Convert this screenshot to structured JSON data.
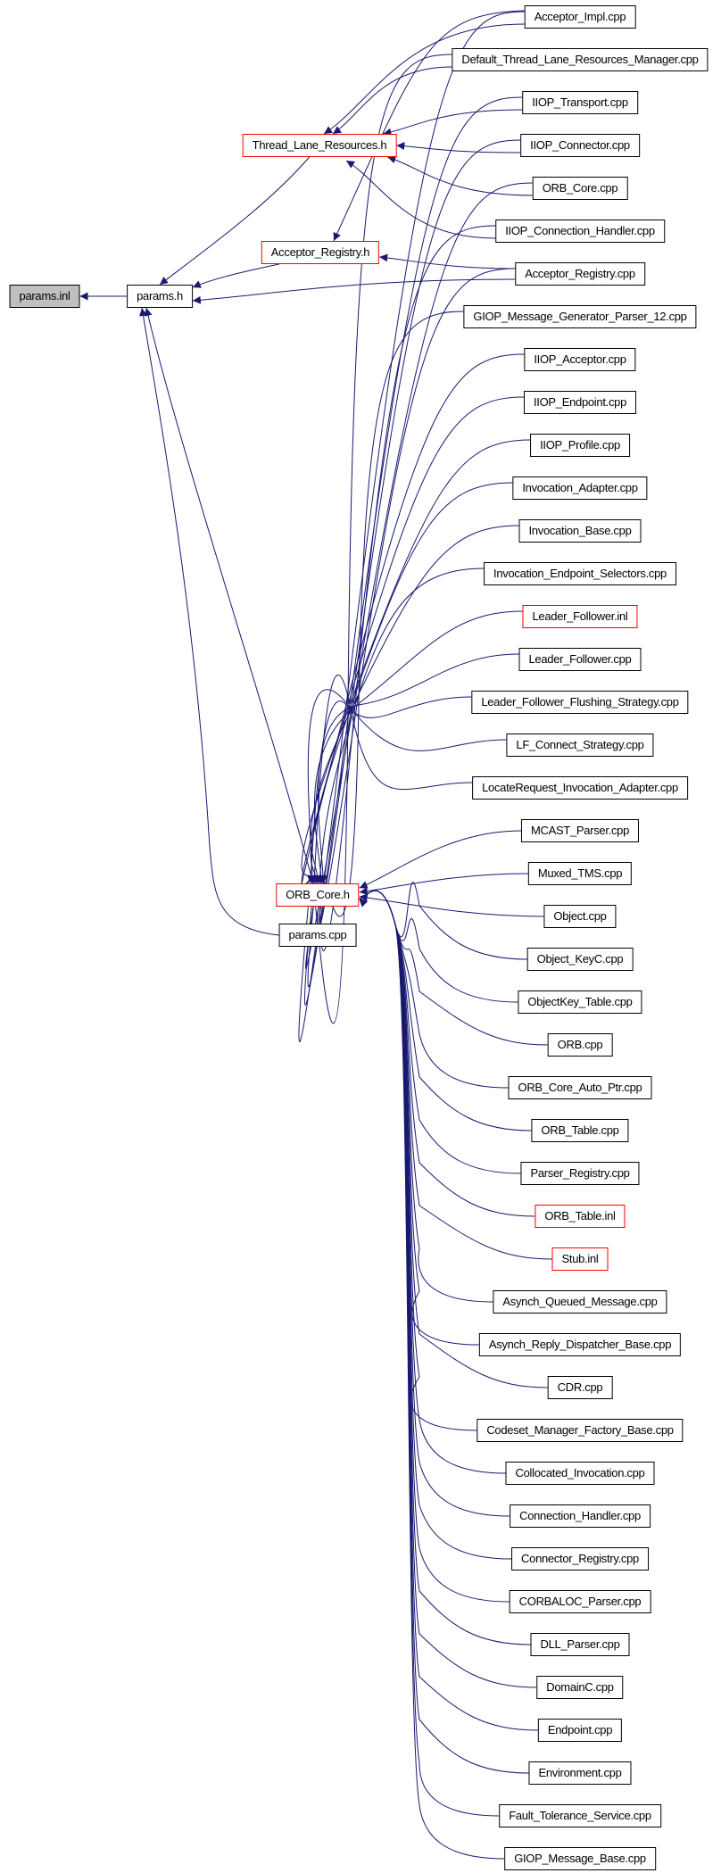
{
  "colors": {
    "edge": "#191970",
    "incomplete_border": "#ff0000",
    "normal_border": "#000000",
    "root_fill": "#bfbfbf"
  },
  "left_nodes": {
    "params_inl": {
      "label": "params.inl",
      "root": true
    },
    "params_h": {
      "label": "params.h"
    },
    "thread_lane_resources_h": {
      "label": "Thread_Lane_Resources.h",
      "incomplete": true
    },
    "acceptor_registry_h": {
      "label": "Acceptor_Registry.h",
      "incomplete": true
    },
    "orb_core_h": {
      "label": "ORB_Core.h",
      "incomplete": true
    },
    "params_cpp": {
      "label": "params.cpp"
    }
  },
  "right_nodes": [
    {
      "label": "Acceptor_Impl.cpp"
    },
    {
      "label": "Default_Thread_Lane_Resources_Manager.cpp"
    },
    {
      "label": "IIOP_Transport.cpp"
    },
    {
      "label": "IIOP_Connector.cpp"
    },
    {
      "label": "ORB_Core.cpp"
    },
    {
      "label": "IIOP_Connection_Handler.cpp"
    },
    {
      "label": "Acceptor_Registry.cpp"
    },
    {
      "label": "GIOP_Message_Generator_Parser_12.cpp"
    },
    {
      "label": "IIOP_Acceptor.cpp"
    },
    {
      "label": "IIOP_Endpoint.cpp"
    },
    {
      "label": "IIOP_Profile.cpp"
    },
    {
      "label": "Invocation_Adapter.cpp"
    },
    {
      "label": "Invocation_Base.cpp"
    },
    {
      "label": "Invocation_Endpoint_Selectors.cpp"
    },
    {
      "label": "Leader_Follower.inl",
      "incomplete": true
    },
    {
      "label": "Leader_Follower.cpp"
    },
    {
      "label": "Leader_Follower_Flushing_Strategy.cpp"
    },
    {
      "label": "LF_Connect_Strategy.cpp"
    },
    {
      "label": "LocateRequest_Invocation_Adapter.cpp"
    },
    {
      "label": "MCAST_Parser.cpp"
    },
    {
      "label": "Muxed_TMS.cpp"
    },
    {
      "label": "Object.cpp"
    },
    {
      "label": "Object_KeyC.cpp"
    },
    {
      "label": "ObjectKey_Table.cpp"
    },
    {
      "label": "ORB.cpp"
    },
    {
      "label": "ORB_Core_Auto_Ptr.cpp"
    },
    {
      "label": "ORB_Table.cpp"
    },
    {
      "label": "Parser_Registry.cpp"
    },
    {
      "label": "ORB_Table.inl",
      "incomplete": true
    },
    {
      "label": "Stub.inl",
      "incomplete": true
    },
    {
      "label": "Asynch_Queued_Message.cpp"
    },
    {
      "label": "Asynch_Reply_Dispatcher_Base.cpp"
    },
    {
      "label": "CDR.cpp"
    },
    {
      "label": "Codeset_Manager_Factory_Base.cpp"
    },
    {
      "label": "Collocated_Invocation.cpp"
    },
    {
      "label": "Connection_Handler.cpp"
    },
    {
      "label": "Connector_Registry.cpp"
    },
    {
      "label": "CORBALOC_Parser.cpp"
    },
    {
      "label": "DLL_Parser.cpp"
    },
    {
      "label": "DomainC.cpp"
    },
    {
      "label": "Endpoint.cpp"
    },
    {
      "label": "Environment.cpp"
    },
    {
      "label": "Fault_Tolerance_Service.cpp"
    },
    {
      "label": "GIOP_Message_Base.cpp"
    }
  ]
}
